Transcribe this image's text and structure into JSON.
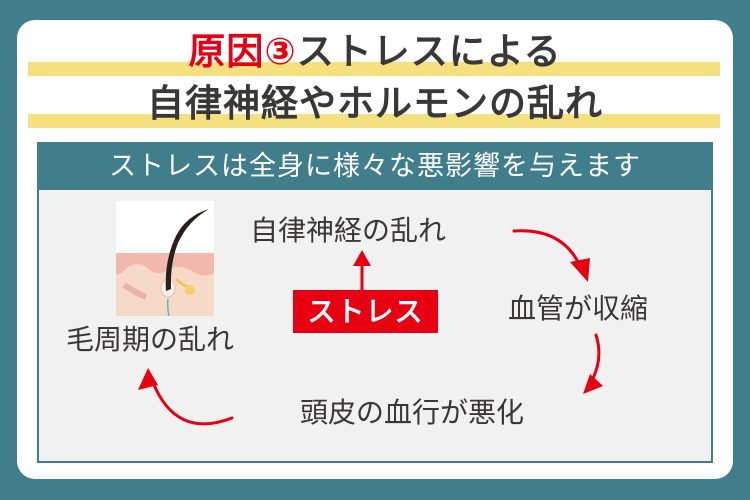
{
  "title": {
    "line1_prefix": "原因③",
    "line1_rest": "ストレスによる",
    "line2": "自律神経やホルモンの乱れ"
  },
  "panel": {
    "header": "ストレスは全身に様々な悪影響を与えます",
    "center_badge": "ストレス",
    "cycle": [
      {
        "label": "自律神経の乱れ"
      },
      {
        "label": "血管が収縮"
      },
      {
        "label": "頭皮の血行が悪化"
      },
      {
        "label": "毛周期の乱れ"
      }
    ],
    "illustration": "hair-follicle-cross-section"
  },
  "colors": {
    "background": "#417e8c",
    "accent_red": "#e60012",
    "highlight_yellow": "#f4e07e",
    "text_dark": "#3a3737",
    "panel_bg": "#f1f1f1"
  }
}
